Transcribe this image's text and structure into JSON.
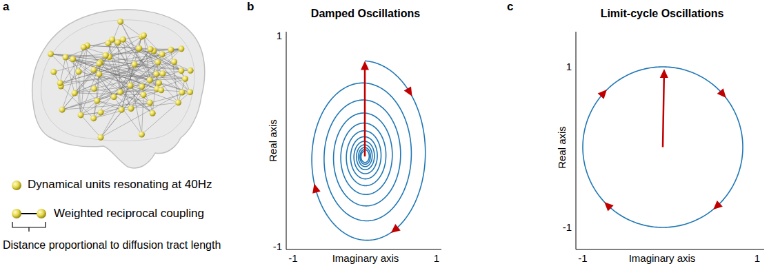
{
  "diagram": {
    "labels": [
      "a",
      "b",
      "Damped Oscillations",
      "1",
      "Real axis",
      "-1",
      "-1",
      "Imaginary axis",
      "1",
      "c",
      "Limit-cycle Oscillations",
      "1",
      "Real axis",
      "-1",
      "-1",
      "Imaginary axis",
      "1",
      "Distance proportional to diffusion tract length"
    ],
    "legend": [
      {
        "text": "Dynamical units resonating at 40Hz"
      },
      {
        "text": "Weighted reciprocal coupling"
      }
    ]
  }
}
